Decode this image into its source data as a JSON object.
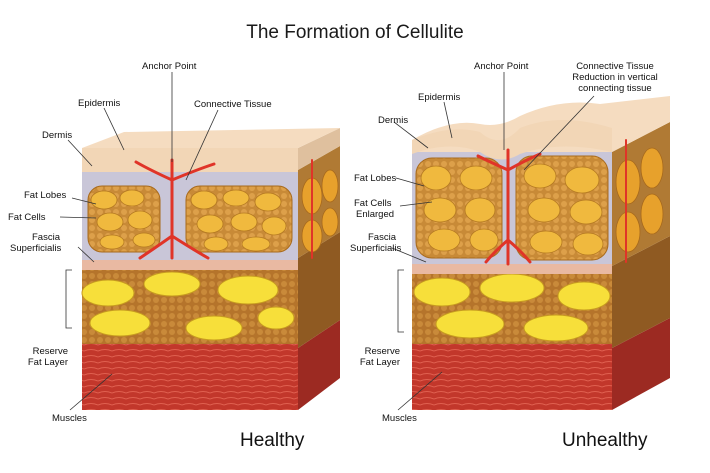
{
  "title": "The Formation of Cellulite",
  "panels": {
    "healthy": {
      "caption": "Healthy",
      "labels": {
        "anchor_point": "Anchor Point",
        "epidermis": "Epidermis",
        "connective_tissue": "Connective Tissue",
        "dermis": "Dermis",
        "fat_lobes": "Fat Lobes",
        "fat_cells": "Fat Cells",
        "fascia_1": "Fascia",
        "fascia_2": "Superficialis",
        "reserve_1": "Reserve",
        "reserve_2": "Fat Layer",
        "muscles": "Muscles"
      }
    },
    "unhealthy": {
      "caption": "Unhealthy",
      "labels": {
        "anchor_point": "Anchor Point",
        "connective_1": "Connective Tissue",
        "connective_2": "Reduction in vertical",
        "connective_3": "connecting tissue",
        "epidermis": "Epidermis",
        "dermis": "Dermis",
        "fat_lobes": "Fat Lobes",
        "fat_cells_1": "Fat Cells",
        "fat_cells_2": "Enlarged",
        "fascia_1": "Fascia",
        "fascia_2": "Superficialis",
        "reserve_1": "Reserve",
        "reserve_2": "Fat Layer",
        "muscles": "Muscles"
      }
    }
  },
  "colors": {
    "skin": "#f2d6b6",
    "dermis": "#c9c6d8",
    "fat_lobe": "#e7a12c",
    "fat_cell_inner": "#f0b93e",
    "septa": "#e03428",
    "reserve_cell": "#f7df3a",
    "reserve_bg": "#b5742b",
    "muscle": "#c2372b"
  }
}
